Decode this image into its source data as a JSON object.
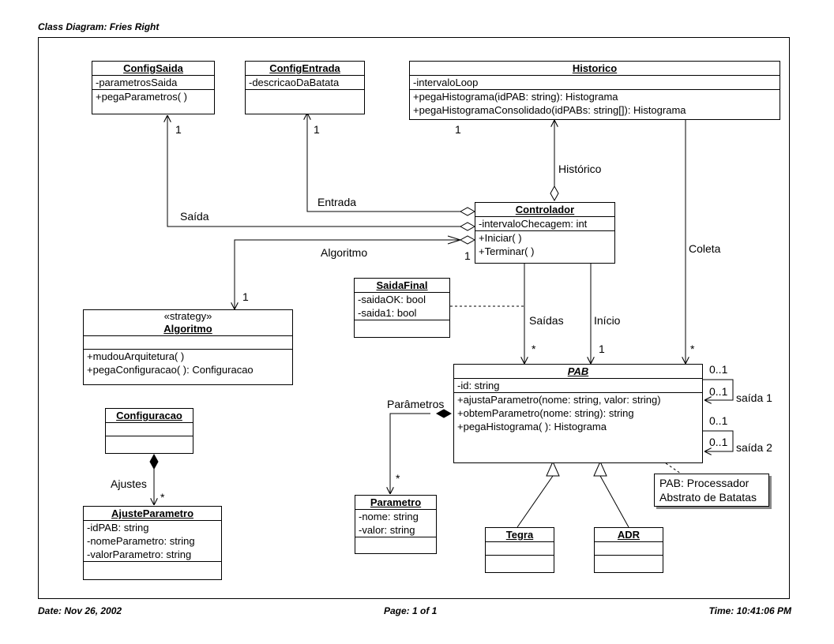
{
  "header": {
    "title": "Class Diagram: Fries Right",
    "date": "Date: Nov 26, 2002",
    "page": "Page: 1 of 1",
    "time": "Time: 10:41:06 PM"
  },
  "classes": {
    "configSaida": {
      "name": "ConfigSaida",
      "attributes": [
        "-parametrosSaida"
      ],
      "operations": [
        "+pegaParametros( )"
      ]
    },
    "configEntrada": {
      "name": "ConfigEntrada",
      "attributes": [
        "-descricaoDaBatata"
      ]
    },
    "historico": {
      "name": "Historico",
      "attributes": [
        "-intervaloLoop"
      ],
      "operations": [
        "+pegaHistograma(idPAB: string): Histograma",
        "+pegaHistogramaConsolidado(idPABs: string[]): Histograma"
      ]
    },
    "controlador": {
      "name": "Controlador",
      "attributes": [
        "-intervaloChecagem: int"
      ],
      "operations": [
        "+Iniciar( )",
        "+Terminar( )"
      ]
    },
    "saidaFinal": {
      "name": "SaidaFinal",
      "attributes": [
        "-saidaOK: bool",
        "-saida1: bool"
      ]
    },
    "algoritmo": {
      "stereotype": "«strategy»",
      "name": "Algoritmo",
      "operations": [
        "+mudouArquitetura( )",
        "+pegaConfiguracao( ): Configuracao"
      ]
    },
    "pab": {
      "name": "PAB",
      "attributes": [
        "-id: string"
      ],
      "operations": [
        "+ajustaParametro(nome: string, valor: string)",
        "+obtemParametro(nome: string): string",
        "+pegaHistograma( ): Histograma"
      ]
    },
    "configuracao": {
      "name": "Configuracao"
    },
    "ajusteParametro": {
      "name": "AjusteParametro",
      "attributes": [
        "-idPAB: string",
        "-nomeParametro: string",
        "-valorParametro: string"
      ]
    },
    "parametro": {
      "name": "Parametro",
      "attributes": [
        "-nome: string",
        "-valor: string"
      ]
    },
    "tegra": {
      "name": "Tegra"
    },
    "adr": {
      "name": "ADR"
    }
  },
  "associations": {
    "saida": {
      "label": "Saída",
      "mult": "1"
    },
    "entrada": {
      "label": "Entrada",
      "mult": "1"
    },
    "historico": {
      "label": "Histórico",
      "mult": "1"
    },
    "algoritmo": {
      "label": "Algoritmo",
      "mult_target": "1",
      "mult_source": "1"
    },
    "saidas": {
      "label": "Saídas",
      "mult": "*"
    },
    "inicio": {
      "label": "Início",
      "mult": "1"
    },
    "coleta": {
      "label": "Coleta",
      "mult": "*"
    },
    "parametros": {
      "label": "Parâmetros",
      "mult": "*"
    },
    "ajustes": {
      "label": "Ajustes",
      "mult": "*"
    },
    "saida1": {
      "label": "saída 1",
      "mult_a": "0..1",
      "mult_b": "0..1"
    },
    "saida2": {
      "label": "saída 2",
      "mult_a": "0..1",
      "mult_b": "0..1"
    }
  },
  "note": {
    "line1": "PAB: Processador",
    "line2": "Abstrato de Batatas"
  }
}
